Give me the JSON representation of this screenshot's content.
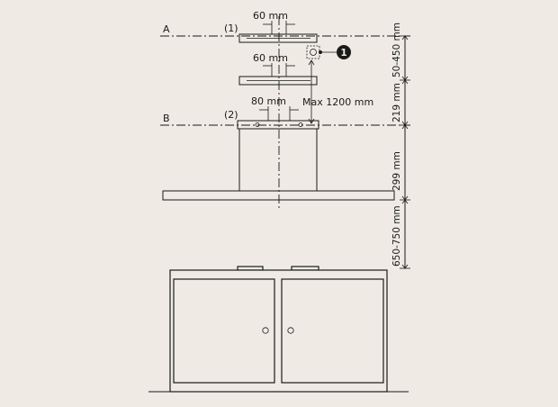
{
  "labels": {
    "line_a": "A",
    "line_b": "B",
    "bracket_1": "(1)",
    "bracket_2": "(2)",
    "gap_top": "60 mm",
    "gap_mid": "60 mm",
    "gap_bottom": "80 mm",
    "max_length": "Max 1200 mm",
    "callout": "1"
  },
  "dimensions": [
    {
      "id": "dim-50-450",
      "text": "50-450 mm"
    },
    {
      "id": "dim-219",
      "text": "219 mm"
    },
    {
      "id": "dim-299",
      "text": "299 mm"
    },
    {
      "id": "dim-650-750",
      "text": "650-750 mm"
    }
  ],
  "colors": {
    "background": "#efebe4",
    "line": "#1a1a1a"
  }
}
